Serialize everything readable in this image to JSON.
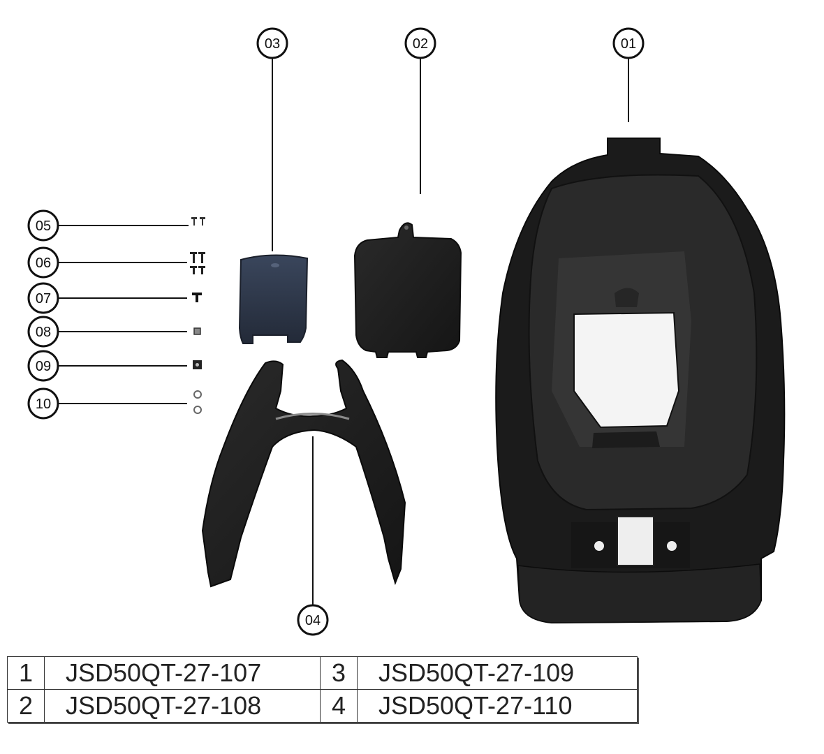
{
  "callouts": {
    "c01": "01",
    "c02": "02",
    "c03": "03",
    "c04": "04",
    "c05": "05",
    "c06": "06",
    "c07": "07",
    "c08": "08",
    "c09": "09",
    "c10": "10"
  },
  "parts_table": {
    "left": [
      {
        "num": "1",
        "code": "JSD50QT-27-107"
      },
      {
        "num": "2",
        "code": "JSD50QT-27-108"
      }
    ],
    "right": [
      {
        "num": "3",
        "code": "JSD50QT-27-109"
      },
      {
        "num": "4",
        "code": "JSD50QT-27-110"
      }
    ]
  },
  "colors": {
    "part_dark": "#1e1e1e",
    "part_mid": "#333333",
    "cover_blue": "#2e3748",
    "line": "#111111"
  }
}
